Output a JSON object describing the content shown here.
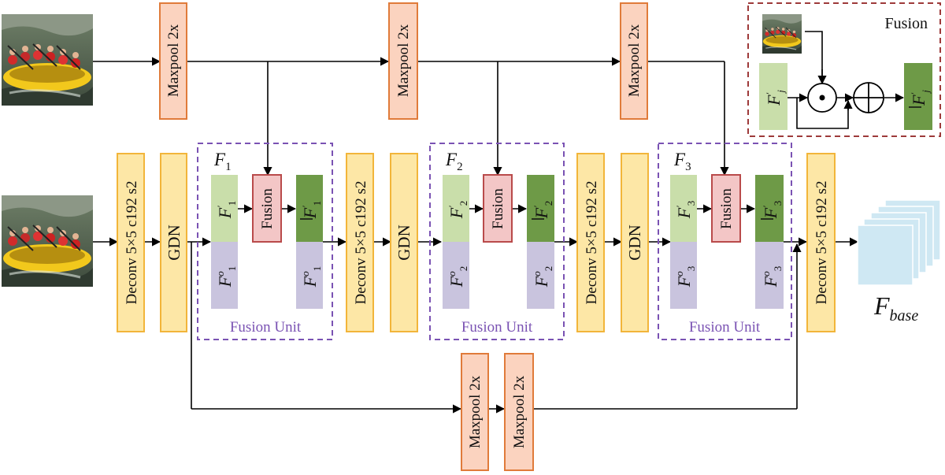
{
  "colors": {
    "deconv_fill": "#fde7a6",
    "deconv_stroke": "#f2b53a",
    "maxpool_fill": "#fbd3bf",
    "maxpool_stroke": "#e07b3a",
    "fusion_fill": "#f3c6c6",
    "fusion_stroke": "#b94a4a",
    "feat_light": "#c9deaa",
    "feat_dark": "#6e9a47",
    "feat_purple": "#c9c4de",
    "unit_border": "#7a52b3",
    "fusion_legend_border": "#9e3a3a",
    "fbase_fill": "#cfe8f3"
  },
  "labels": {
    "maxpool": "Maxpool 2x",
    "deconv": "Deconv 5×5 c192 s2",
    "gdn": "GDN",
    "fusion": "Fusion",
    "fusion_unit": "Fusion Unit",
    "fusion_legend_title": "Fusion",
    "fbase_main": "F",
    "fbase_sub": "base"
  },
  "units": [
    {
      "index": "1"
    },
    {
      "index": "2"
    },
    {
      "index": "3"
    }
  ],
  "legend": {
    "sub": "j"
  },
  "icons": {
    "input_image": "rafting-photo-icon",
    "multiply": "circled-dot-icon",
    "add": "circled-plus-icon"
  }
}
